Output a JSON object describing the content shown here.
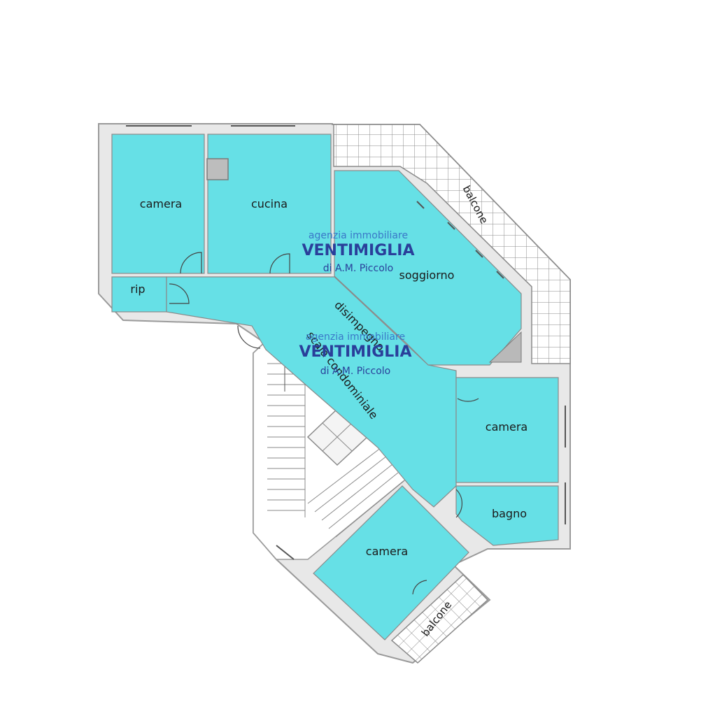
{
  "rooms": {
    "camera_1": "camera",
    "cucina": "cucina",
    "rip": "rip",
    "soggiorno": "soggiorno",
    "disimpegno": "disimpegno",
    "camera_2": "camera",
    "bagno": "bagno",
    "camera_3": "camera",
    "balcone_1": "balcone",
    "balcone_2": "balcone",
    "scala": "scala condominiale"
  },
  "watermark": {
    "line1": "agenzia immobiliare",
    "line2": "VENTIMIGLIA",
    "line3": "di A.M. Piccolo"
  },
  "colors": {
    "room_fill": "#66e0e6",
    "wall": "#9a9a9a",
    "wall_fill": "#e6e6e6",
    "watermark_light": "#3a78c8",
    "watermark_dark": "#2a3f9a"
  }
}
